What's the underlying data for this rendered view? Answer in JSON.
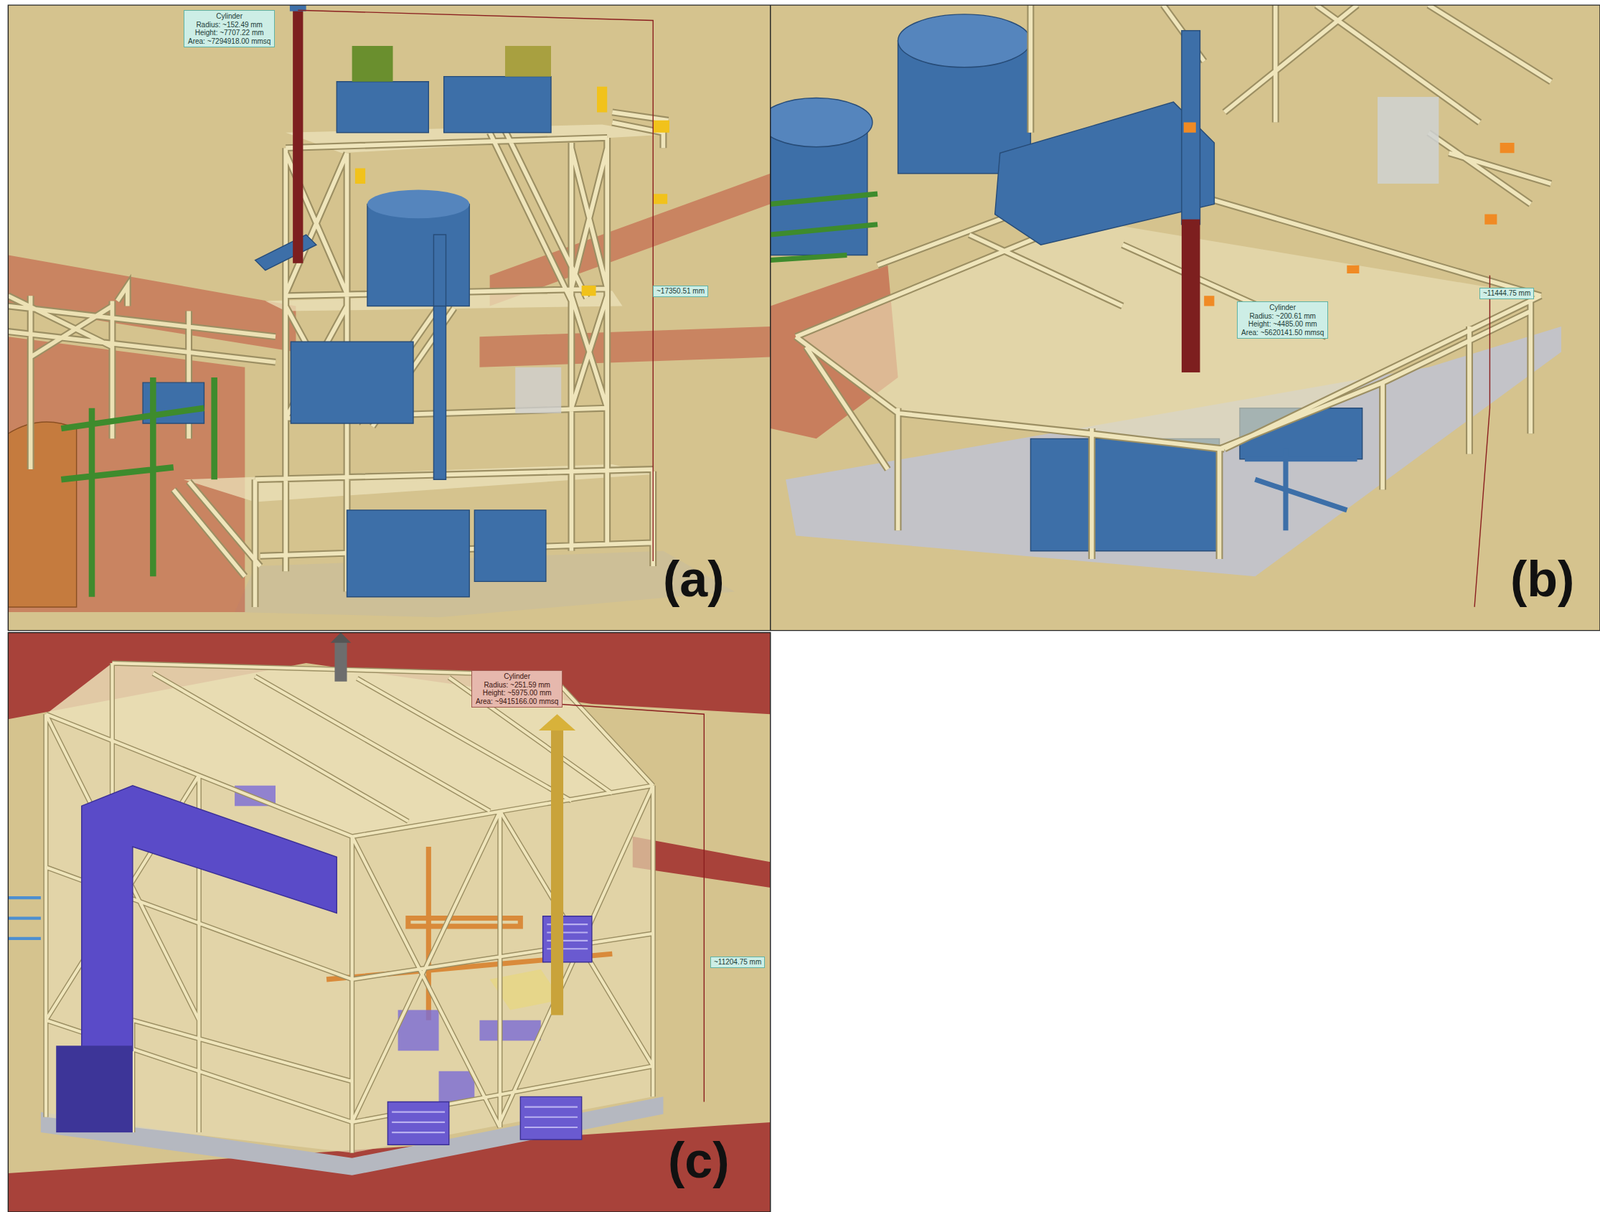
{
  "diagram": {
    "nodes": [
      {
        "text": [
          "Cylinder",
          "Radius: ~152.49 mm",
          "Height: ~7707.22 mm",
          "Area: ~7294918.00 mmsq"
        ]
      },
      {
        "text": [
          "~17350.51 mm"
        ]
      },
      {
        "text": [
          "Cylinder",
          "Radius: ~200.61 mm",
          "Height: ~4485.00 mm",
          "Area: ~5620141.50 mmsq"
        ]
      },
      {
        "text": [
          "~11444.75 mm"
        ]
      },
      {
        "text": [
          "Cylinder",
          "Radius: ~251.59 mm",
          "Height: ~5975.00 mm",
          "Area: ~9415166.00 mmsq"
        ]
      },
      {
        "text": [
          "~11204.75 mm"
        ]
      }
    ],
    "labels": [
      "(a)",
      "(b)",
      "(c)"
    ]
  }
}
